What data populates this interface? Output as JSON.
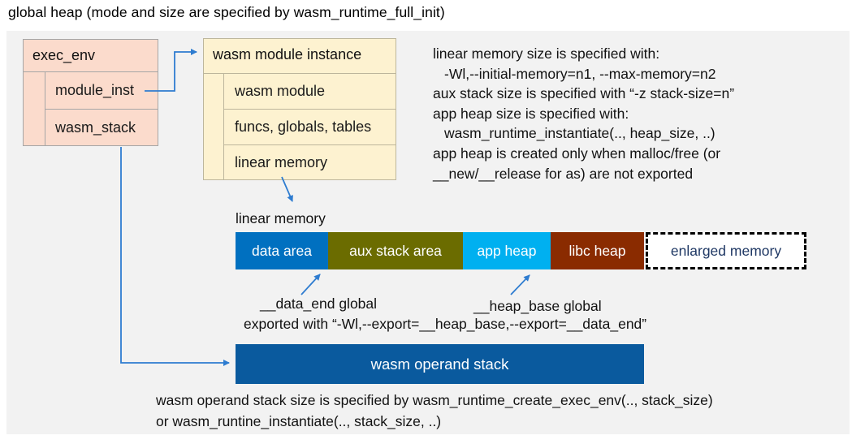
{
  "title": "global heap (mode and size are specified by wasm_runtime_full_init)",
  "exec_env": {
    "label": "exec_env",
    "module_inst_label": "module_inst",
    "wasm_stack_label": "wasm_stack",
    "fill_color": "#fbdbcc"
  },
  "module_instance": {
    "label": "wasm module instance",
    "rows": [
      "wasm module",
      "funcs, globals, tables",
      "linear memory"
    ],
    "fill_color": "#fdf2d0"
  },
  "notes": {
    "right_block": [
      "linear memory size is specified with:",
      "-Wl,--initial-memory=n1, --max-memory=n2",
      "aux stack size is specified with “-z stack-size=n”",
      "app heap size is specified with:",
      "wasm_runtime_instantiate(.., heap_size, ..)",
      "app heap is created only when malloc/free (or",
      "__new/__release for as) are not exported"
    ]
  },
  "memory_bar": {
    "label": "linear memory",
    "segments": [
      {
        "label": "data area",
        "color": "#0070c0"
      },
      {
        "label": "aux stack area",
        "color": "#6b6c00"
      },
      {
        "label": "app heap",
        "color": "#00b0f0"
      },
      {
        "label": "libc heap",
        "color": "#8a2b00"
      },
      {
        "label": "enlarged memory",
        "color": "#ffffff",
        "text_color": "#1f3864",
        "border_style": "dashed"
      }
    ]
  },
  "annotations": {
    "data_end": "__data_end global",
    "heap_base": "__heap_base global",
    "exported": "exported with “-Wl,--export=__heap_base,--export=__data_end”"
  },
  "operand_stack": {
    "label": "wasm operand stack",
    "color": "#0a5a9e"
  },
  "footer": {
    "lines": [
      "wasm operand stack size is specified by wasm_runtime_create_exec_env(.., stack_size)",
      "or wasm_runtine_instantiate(.., stack_size, ..)"
    ]
  },
  "arrow_color": "#2e7cd0"
}
